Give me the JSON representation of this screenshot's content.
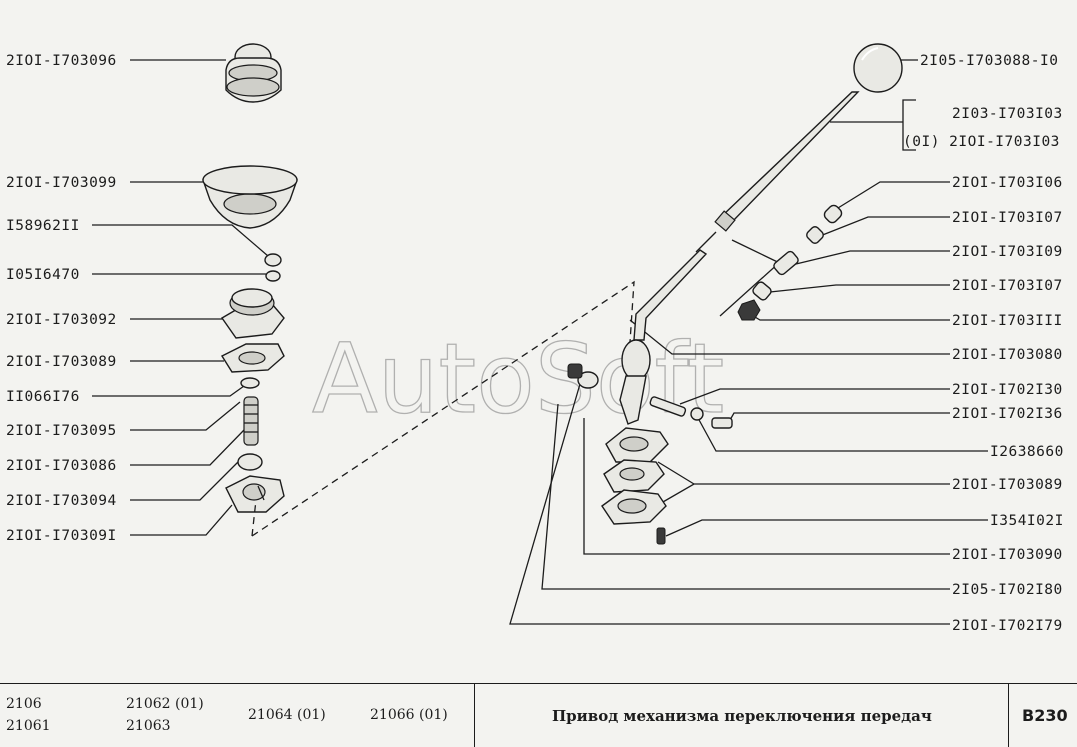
{
  "watermark": "AutoSoft",
  "left_labels": [
    "2IOI-I703096",
    "2IOI-I703099",
    "I58962II",
    "I05I6470",
    "2IOI-I703092",
    "2IOI-I703089",
    "II066I76",
    "2IOI-I703095",
    "2IOI-I703086",
    "2IOI-I703094",
    "2IOI-I70309I"
  ],
  "right_labels": [
    "2I05-I703088-I0",
    "2I03-I703I03",
    "(0I) 2IOI-I703I03",
    "2IOI-I703I06",
    "2IOI-I703I07",
    "2IOI-I703I09",
    "2IOI-I703I07",
    "2IOI-I703III",
    "2IOI-I703080",
    "2IOI-I702I30",
    "2IOI-I702I36",
    "I2638660",
    "2IOI-I703089",
    "I354I02I",
    "2IOI-I703090",
    "2I05-I702I80",
    "2IOI-I702I79"
  ],
  "footer": {
    "models": [
      "2106",
      "21061",
      "21062 (01)",
      "21063",
      "21064 (01)",
      "21066 (01)"
    ],
    "title": "Привод механизма переключения передач",
    "code": "B230"
  }
}
